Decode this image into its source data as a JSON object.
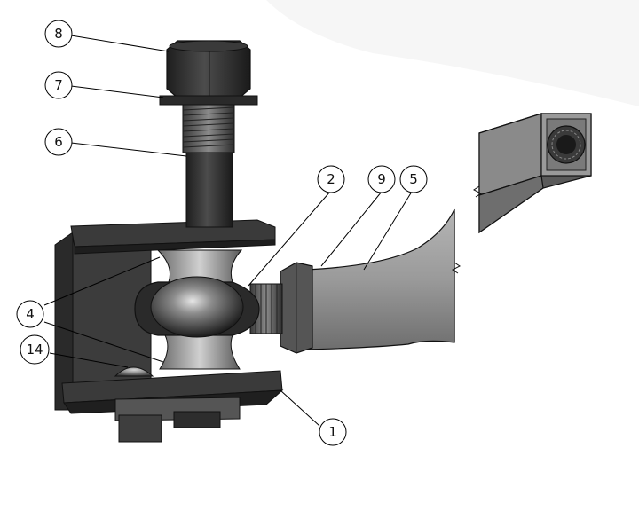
{
  "callouts": [
    {
      "id": "c8",
      "label": "8"
    },
    {
      "id": "c7",
      "label": "7"
    },
    {
      "id": "c6",
      "label": "6"
    },
    {
      "id": "c2",
      "label": "2"
    },
    {
      "id": "c9",
      "label": "9"
    },
    {
      "id": "c5",
      "label": "5"
    },
    {
      "id": "c4",
      "label": "4"
    },
    {
      "id": "c14",
      "label": "14"
    },
    {
      "id": "c1",
      "label": "1"
    }
  ],
  "colors": {
    "background": "#ffffff",
    "part_dark": "#2b2b2b",
    "part_mid": "#4a4a4a",
    "part_light": "#7a7a7a",
    "part_highlight": "#b8b8b8",
    "leader": "#000000"
  }
}
